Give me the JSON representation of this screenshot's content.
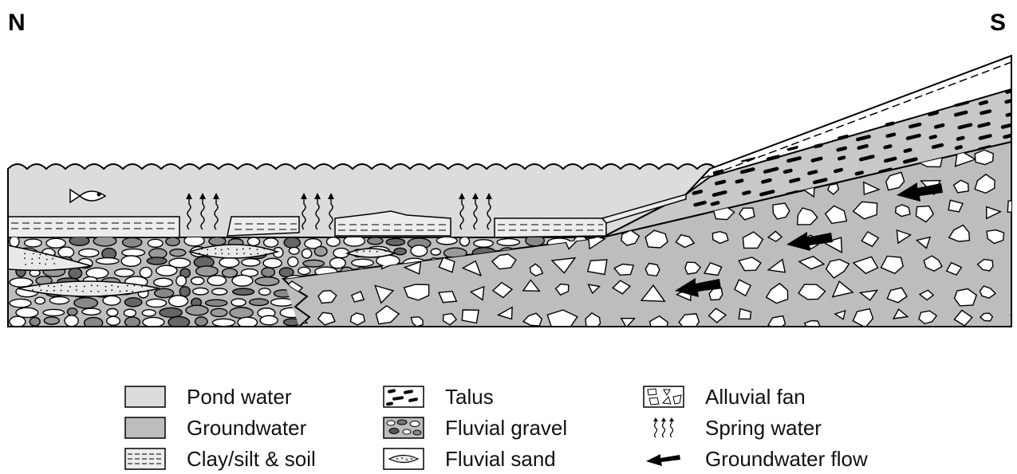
{
  "directions": {
    "north": "N",
    "south": "S"
  },
  "legend": [
    {
      "id": "pond-water",
      "label": "Pond water",
      "color": "#dcdcdc"
    },
    {
      "id": "groundwater",
      "label": "Groundwater",
      "color": "#bdbdbd"
    },
    {
      "id": "clay-silt-soil",
      "label": "Clay/silt & soil",
      "color": "#ececec"
    },
    {
      "id": "talus",
      "label": "Talus",
      "color": "#ffffff"
    },
    {
      "id": "fluvial-gravel",
      "label": "Fluvial gravel",
      "color": "#bdbdbd"
    },
    {
      "id": "fluvial-sand",
      "label": "Fluvial sand",
      "color": "#ffffff"
    },
    {
      "id": "alluvial-fan",
      "label": "Alluvial fan",
      "color": "#ffffff"
    },
    {
      "id": "spring-water",
      "label": "Spring water",
      "color": "#000000"
    },
    {
      "id": "groundwater-flow",
      "label": "Groundwater flow",
      "color": "#000000"
    }
  ],
  "colors": {
    "pond": "#dcdcdc",
    "groundwater": "#bdbdbd",
    "clay": "#ececec",
    "ink": "#000000"
  },
  "icons": [
    "fish-icon",
    "spring-arrows-icon",
    "flow-arrow-icon"
  ]
}
